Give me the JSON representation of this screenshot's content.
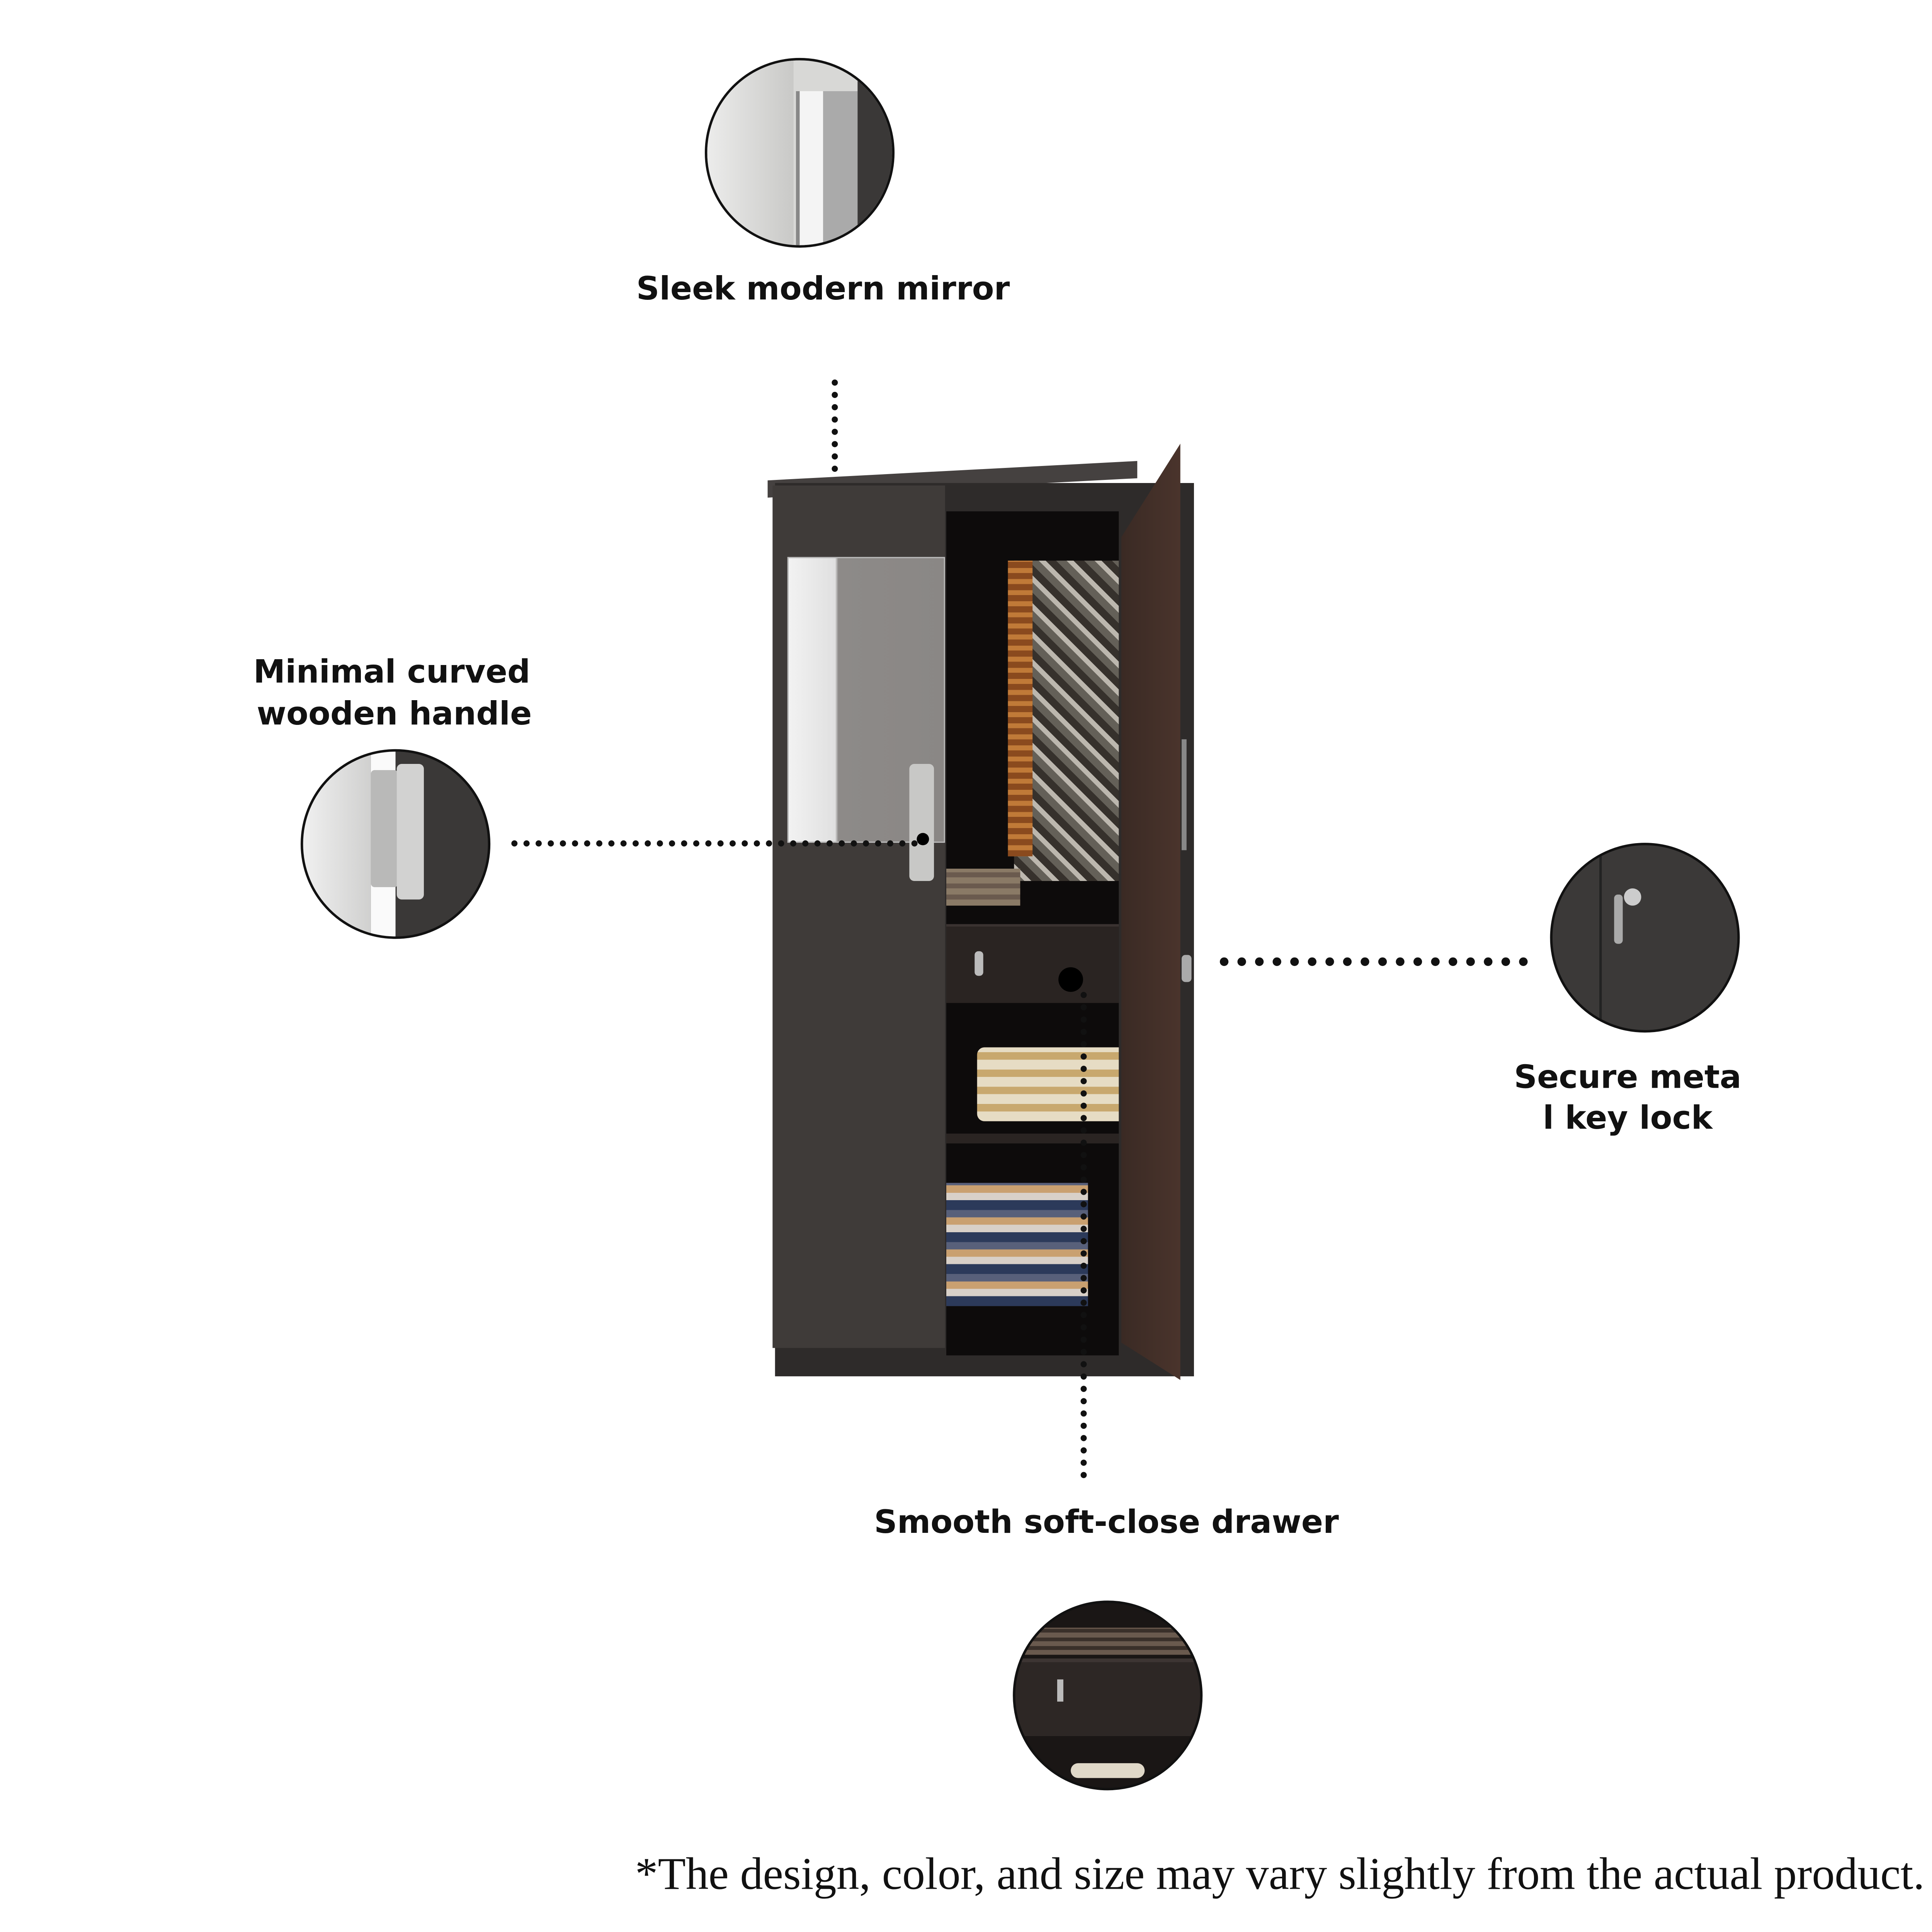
{
  "features": {
    "mirror": "Sleek modern mirror",
    "handle_line1": "Minimal curved",
    "handle_line2": "wooden handle",
    "lock_line1": "Secure meta",
    "lock_line2": "l key lock",
    "drawer": "Smooth soft-close drawer"
  },
  "disclaimer": "*The design, color, and size may vary slightly from the actual product.",
  "colors": {
    "wardrobe": "#3f3b39",
    "door": "#3a2a24",
    "interior": "#0d0b0b",
    "mirror": "#9a9693"
  }
}
